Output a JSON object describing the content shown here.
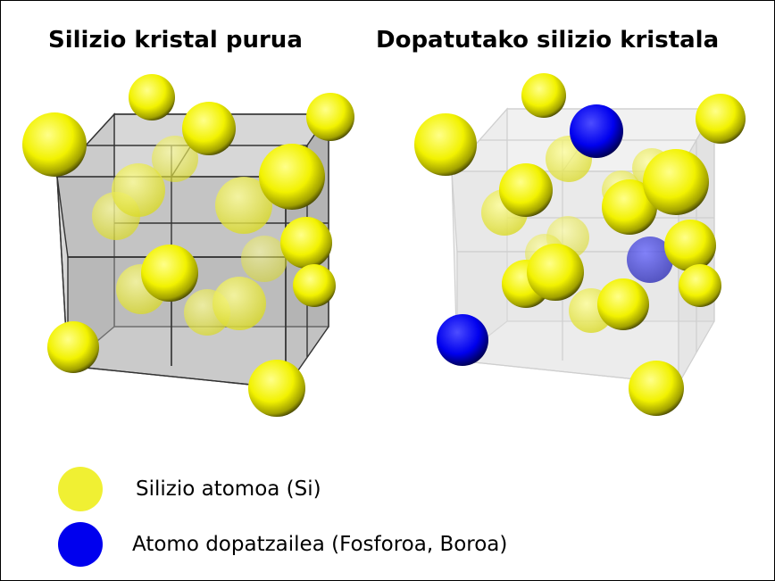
{
  "titles": {
    "pure": "Silizio kristal purua",
    "doped": "Dopatutako silizio kristala"
  },
  "legend": {
    "silicon": "Silizio atomoa (Si)",
    "dopant": "Atomo dopatzailea (Fosforoa, Boroa)"
  },
  "colors": {
    "silicon": "#f0f000",
    "dopant": "#0000ff",
    "pure_lattice_fill": "#b0b0b0",
    "doped_lattice_fill": "#e6e6e6"
  }
}
